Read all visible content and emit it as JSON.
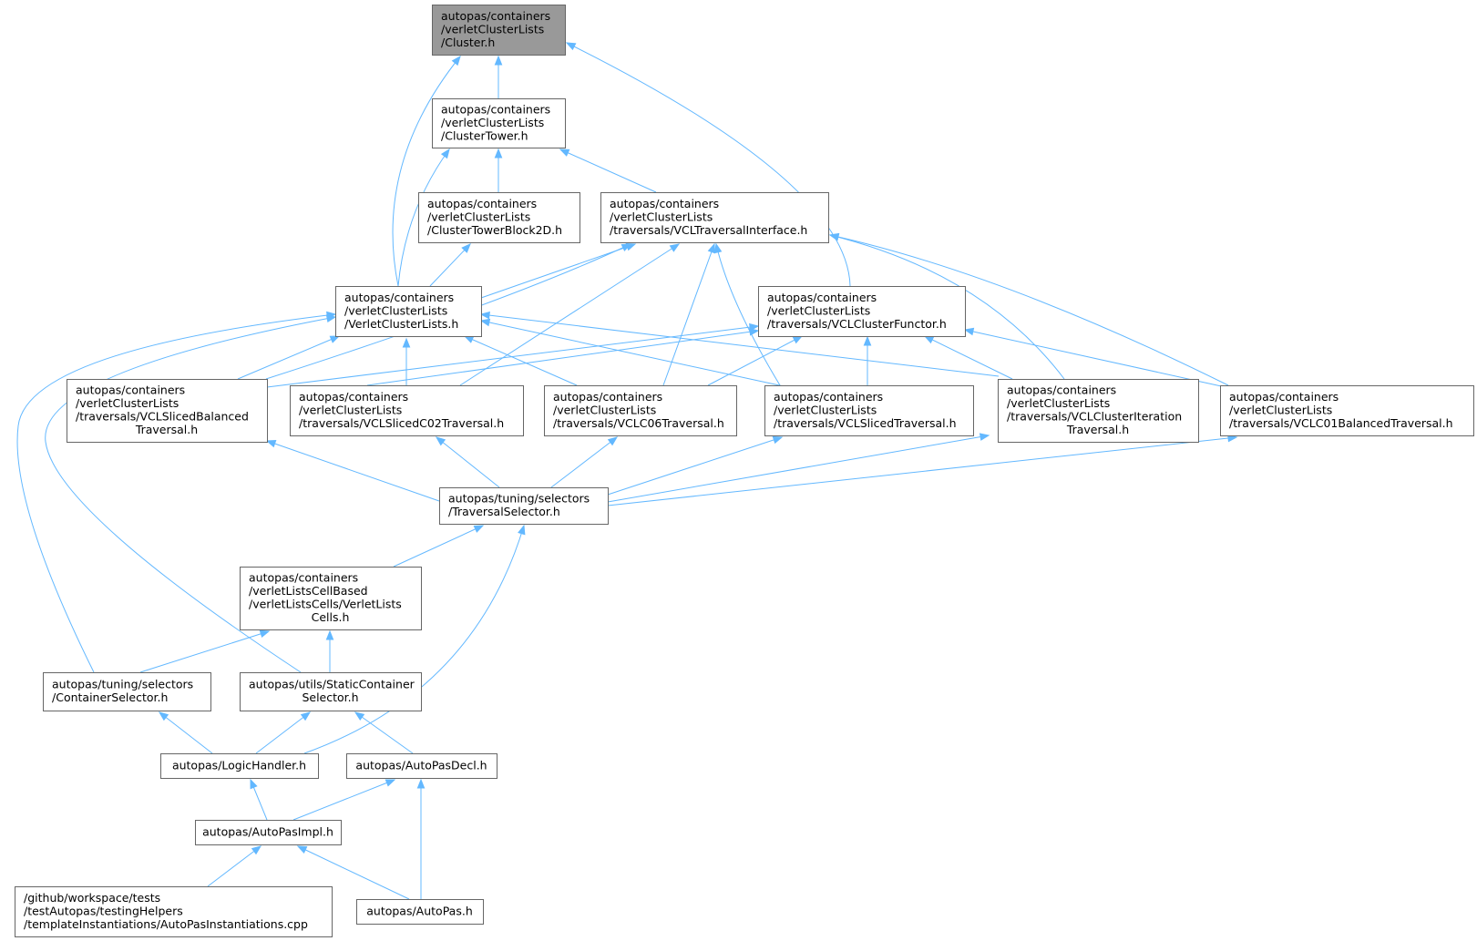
{
  "diagram": {
    "type": "include-dependency-graph",
    "colors": {
      "root_fill": "#999999",
      "node_fill": "#ffffff",
      "node_border": "#666666",
      "edge": "#63b8ff",
      "text": "#000000"
    },
    "nodes": [
      {
        "id": "cluster",
        "lines": [
          "autopas/containers",
          "/verletClusterLists",
          "/Cluster.h"
        ],
        "root": true
      },
      {
        "id": "clustertower",
        "lines": [
          "autopas/containers",
          "/verletClusterLists",
          "/ClusterTower.h"
        ]
      },
      {
        "id": "towerblock",
        "lines": [
          "autopas/containers",
          "/verletClusterLists",
          "/ClusterTowerBlock2D.h"
        ]
      },
      {
        "id": "vcltraversal",
        "lines": [
          "autopas/containers",
          "/verletClusterLists",
          "/traversals/VCLTraversalInterface.h"
        ]
      },
      {
        "id": "vcllists",
        "lines": [
          "autopas/containers",
          "/verletClusterLists",
          "/VerletClusterLists.h"
        ]
      },
      {
        "id": "vclfunctor",
        "lines": [
          "autopas/containers",
          "/verletClusterLists",
          "/traversals/VCLClusterFunctor.h"
        ]
      },
      {
        "id": "slicedbal",
        "lines": [
          "autopas/containers",
          "/verletClusterLists",
          "/traversals/VCLSlicedBalanced",
          "Traversal.h"
        ]
      },
      {
        "id": "slicedc02",
        "lines": [
          "autopas/containers",
          "/verletClusterLists",
          "/traversals/VCLSlicedC02Traversal.h"
        ]
      },
      {
        "id": "c06",
        "lines": [
          "autopas/containers",
          "/verletClusterLists",
          "/traversals/VCLC06Traversal.h"
        ]
      },
      {
        "id": "sliced",
        "lines": [
          "autopas/containers",
          "/verletClusterLists",
          "/traversals/VCLSlicedTraversal.h"
        ]
      },
      {
        "id": "clusteriter",
        "lines": [
          "autopas/containers",
          "/verletClusterLists",
          "/traversals/VCLClusterIteration",
          "Traversal.h"
        ]
      },
      {
        "id": "c01bal",
        "lines": [
          "autopas/containers",
          "/verletClusterLists",
          "/traversals/VCLC01BalancedTraversal.h"
        ]
      },
      {
        "id": "travsel",
        "lines": [
          "autopas/tuning/selectors",
          "/TraversalSelector.h"
        ]
      },
      {
        "id": "vlcells",
        "lines": [
          "autopas/containers",
          "/verletListsCellBased",
          "/verletListsCells/VerletLists",
          "Cells.h"
        ]
      },
      {
        "id": "contsel",
        "lines": [
          "autopas/tuning/selectors",
          "/ContainerSelector.h"
        ]
      },
      {
        "id": "staticsel",
        "lines": [
          "autopas/utils/StaticContainer",
          "Selector.h"
        ]
      },
      {
        "id": "logic",
        "lines": [
          "autopas/LogicHandler.h"
        ]
      },
      {
        "id": "decl",
        "lines": [
          "autopas/AutoPasDecl.h"
        ]
      },
      {
        "id": "impl",
        "lines": [
          "autopas/AutoPasImpl.h"
        ]
      },
      {
        "id": "inst",
        "lines": [
          "/github/workspace/tests",
          "/testAutopas/testingHelpers",
          "/templateInstantiations/AutoPasInstantiations.cpp"
        ]
      },
      {
        "id": "autopas",
        "lines": [
          "autopas/AutoPas.h"
        ]
      }
    ],
    "edges": [
      [
        "clustertower",
        "cluster"
      ],
      [
        "vcllists",
        "cluster"
      ],
      [
        "vclfunctor",
        "cluster"
      ],
      [
        "towerblock",
        "clustertower"
      ],
      [
        "vcltraversal",
        "clustertower"
      ],
      [
        "vcllists",
        "clustertower"
      ],
      [
        "vcllists",
        "towerblock"
      ],
      [
        "vcllists",
        "vcltraversal"
      ],
      [
        "slicedbal",
        "vcltraversal"
      ],
      [
        "slicedc02",
        "vcltraversal"
      ],
      [
        "c06",
        "vcltraversal"
      ],
      [
        "sliced",
        "vcltraversal"
      ],
      [
        "clusteriter",
        "vcltraversal"
      ],
      [
        "c01bal",
        "vcltraversal"
      ],
      [
        "slicedbal",
        "vcllists"
      ],
      [
        "slicedc02",
        "vcllists"
      ],
      [
        "c06",
        "vcllists"
      ],
      [
        "sliced",
        "vcllists"
      ],
      [
        "clusteriter",
        "vcllists"
      ],
      [
        "contsel",
        "vcllists"
      ],
      [
        "staticsel",
        "vcllists"
      ],
      [
        "slicedbal",
        "vclfunctor"
      ],
      [
        "slicedc02",
        "vclfunctor"
      ],
      [
        "c06",
        "vclfunctor"
      ],
      [
        "sliced",
        "vclfunctor"
      ],
      [
        "clusteriter",
        "vclfunctor"
      ],
      [
        "c01bal",
        "vclfunctor"
      ],
      [
        "travsel",
        "slicedbal"
      ],
      [
        "travsel",
        "slicedc02"
      ],
      [
        "travsel",
        "c06"
      ],
      [
        "travsel",
        "sliced"
      ],
      [
        "travsel",
        "clusteriter"
      ],
      [
        "travsel",
        "c01bal"
      ],
      [
        "vlcells",
        "travsel"
      ],
      [
        "logic",
        "travsel"
      ],
      [
        "contsel",
        "vlcells"
      ],
      [
        "staticsel",
        "vlcells"
      ],
      [
        "logic",
        "contsel"
      ],
      [
        "logic",
        "staticsel"
      ],
      [
        "decl",
        "staticsel"
      ],
      [
        "impl",
        "logic"
      ],
      [
        "impl",
        "decl"
      ],
      [
        "autopas",
        "decl"
      ],
      [
        "inst",
        "impl"
      ],
      [
        "autopas",
        "impl"
      ]
    ]
  }
}
